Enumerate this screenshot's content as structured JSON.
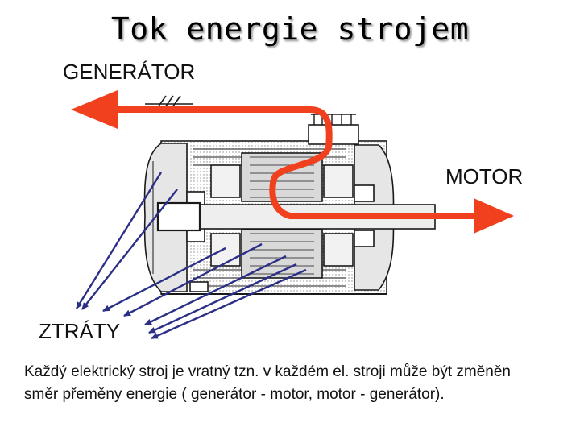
{
  "title": "Tok energie strojem",
  "labels": {
    "generator": "GENERÁTOR",
    "motor": "MOTOR",
    "losses": "ZTRÁTY"
  },
  "caption": "Každý elektrický stroj je vratný tzn. v každém el. stroji může být změněn směr přeměny energie ( generátor - motor, motor - generátor).",
  "colors": {
    "flow_arrow": "#f0401e",
    "loss_arrows": "#2b2f86",
    "machine_lines": "#1a1a1a",
    "shading": "#c8c8c8"
  }
}
